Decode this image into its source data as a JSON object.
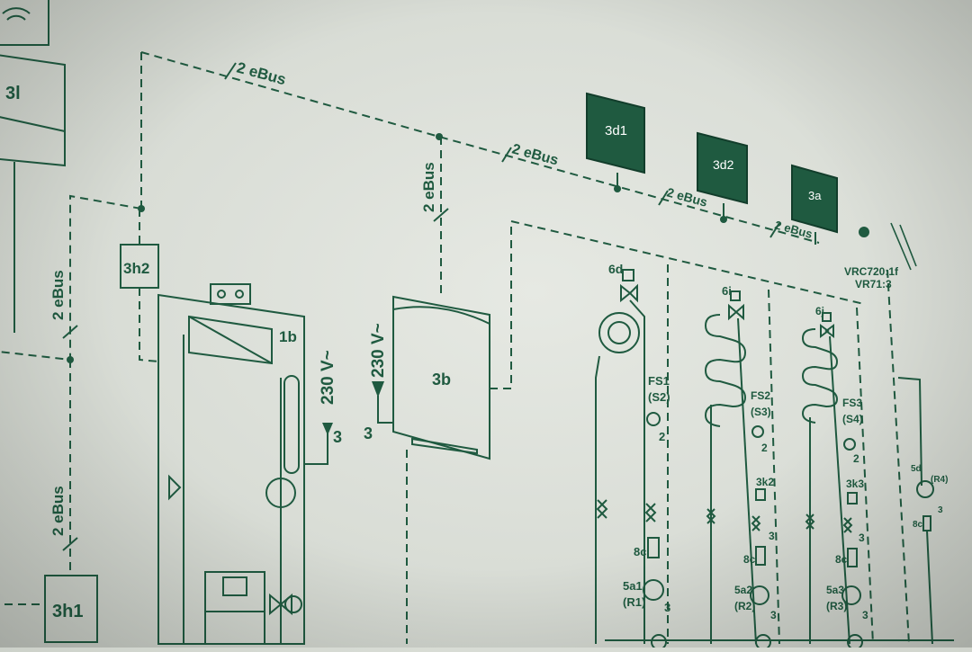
{
  "labels": {
    "bus_top": "2 eBus",
    "bus_mid": "2 eBus",
    "bus_right1": "2 eBus",
    "bus_right2": "2 eBus",
    "bus_vert_center": "2 eBus",
    "bus_left_upper": "2 eBus",
    "bus_left_lower": "2 eBus",
    "unit_3l": "3l",
    "unit_3h2": "3h2",
    "unit_3h1": "3h1",
    "unit_1b": "1b",
    "unit_3b": "3b",
    "v230_left": "230 V~",
    "v230_center": "230 V~",
    "num_3_left": "3",
    "num_3_center": "3",
    "panel_3d1": "3d1",
    "panel_3d2": "3d2",
    "panel_3a": "3a",
    "vrc": "VRC720:1f",
    "vr": "VR71:3",
    "v6d": "6d",
    "v6i": "6i",
    "v6j": "6j",
    "fs1": "FS1",
    "s2": "(S2)",
    "fs2": "FS2",
    "s3": "(S3)",
    "fs3": "FS3",
    "s4": "(S4)",
    "n2_a": "2",
    "n2_b": "2",
    "n2_c": "2",
    "k2": "3k2",
    "k3": "3k3",
    "n3_a": "3",
    "n3_b": "3",
    "n3_c": "3",
    "c8_a": "8c",
    "c8_b": "8c",
    "c8_c": "8c",
    "c8_d": "8c",
    "a51": "5a1",
    "r1": "(R1)",
    "a52": "5a2",
    "r2": "(R2)",
    "a53": "5a3",
    "r3": "(R3)",
    "n3_d": "3",
    "n3_e": "3",
    "n3_f": "3",
    "s5d": "5d",
    "r4": "(R4)"
  }
}
